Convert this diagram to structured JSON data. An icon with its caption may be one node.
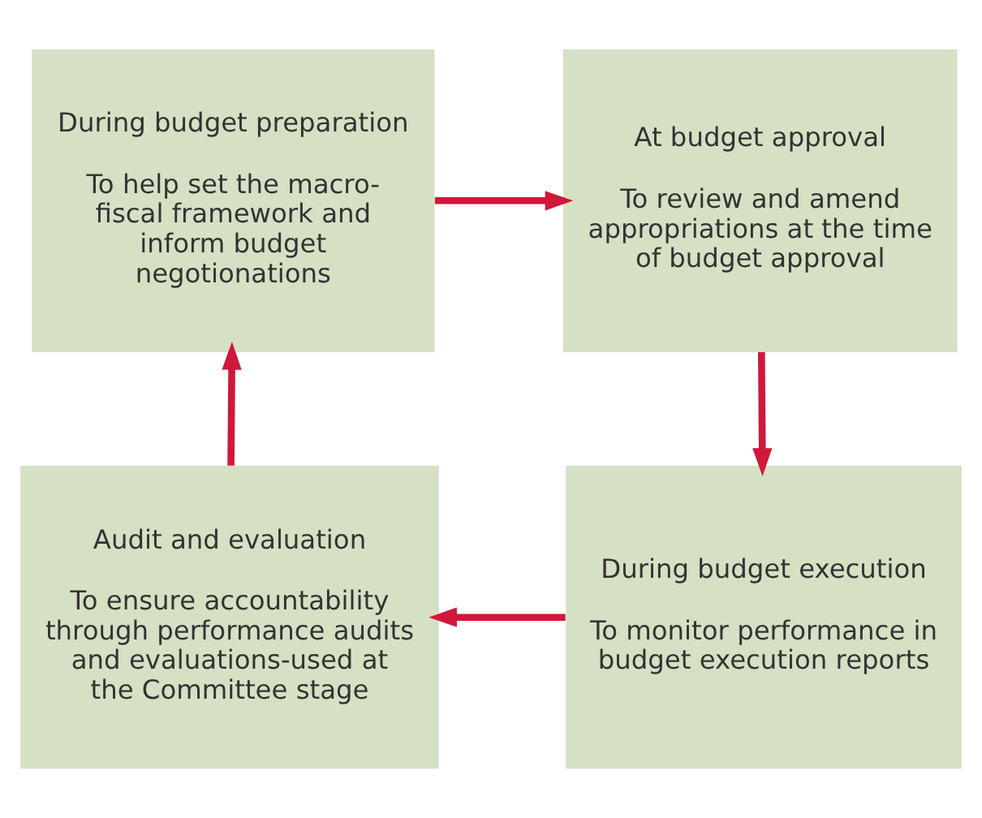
{
  "diagram": {
    "nodes": [
      {
        "text": [
          "During budget preparation",
          "To help set the macro-fiscal framework and inform budget negotionations"
        ]
      },
      {
        "text": [
          "At budget approval",
          "To review and amend appropriations at the time of budget approval"
        ]
      },
      {
        "text": [
          "During budget execution",
          "To monitor performance in budget execution reports"
        ]
      },
      {
        "text": [
          "Audit and evaluation",
          "To ensure accountability through performance audits and evaluations-used at the Committee stage"
        ]
      }
    ],
    "edges": [
      {
        "from": 0,
        "to": 1,
        "arrow": "to"
      },
      {
        "from": 1,
        "to": 2,
        "arrow": "to"
      },
      {
        "from": 2,
        "to": 3,
        "arrow": "to"
      },
      {
        "from": 3,
        "to": 0,
        "arrow": "to"
      }
    ]
  }
}
